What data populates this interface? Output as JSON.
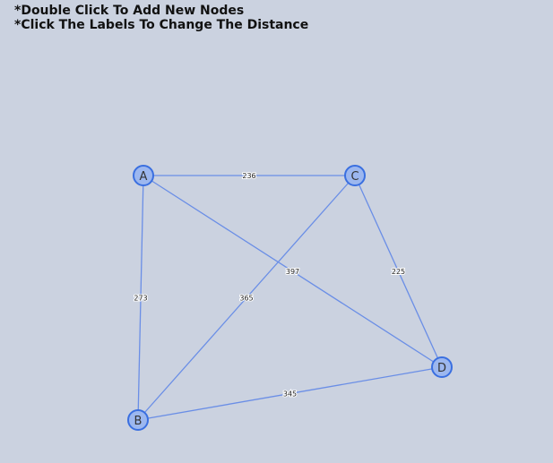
{
  "instructions": {
    "line1": "*Double Click To Add New Nodes",
    "line2": "*Click The Labels To Change The Distance"
  },
  "graph": {
    "nodes": [
      {
        "id": "A",
        "label": "A"
      },
      {
        "id": "B",
        "label": "B"
      },
      {
        "id": "C",
        "label": "C"
      },
      {
        "id": "D",
        "label": "D"
      }
    ],
    "edges": [
      {
        "from": "A",
        "to": "C",
        "distance": "236"
      },
      {
        "from": "A",
        "to": "B",
        "distance": "273"
      },
      {
        "from": "A",
        "to": "D",
        "distance": "397"
      },
      {
        "from": "C",
        "to": "B",
        "distance": "365"
      },
      {
        "from": "C",
        "to": "D",
        "distance": "225"
      },
      {
        "from": "B",
        "to": "D",
        "distance": "345"
      }
    ]
  },
  "colors": {
    "background": "#cbd2e0",
    "edge": "#6a8ee6",
    "node_fill": "#9cb7ef",
    "node_stroke": "#3a6fe0"
  }
}
